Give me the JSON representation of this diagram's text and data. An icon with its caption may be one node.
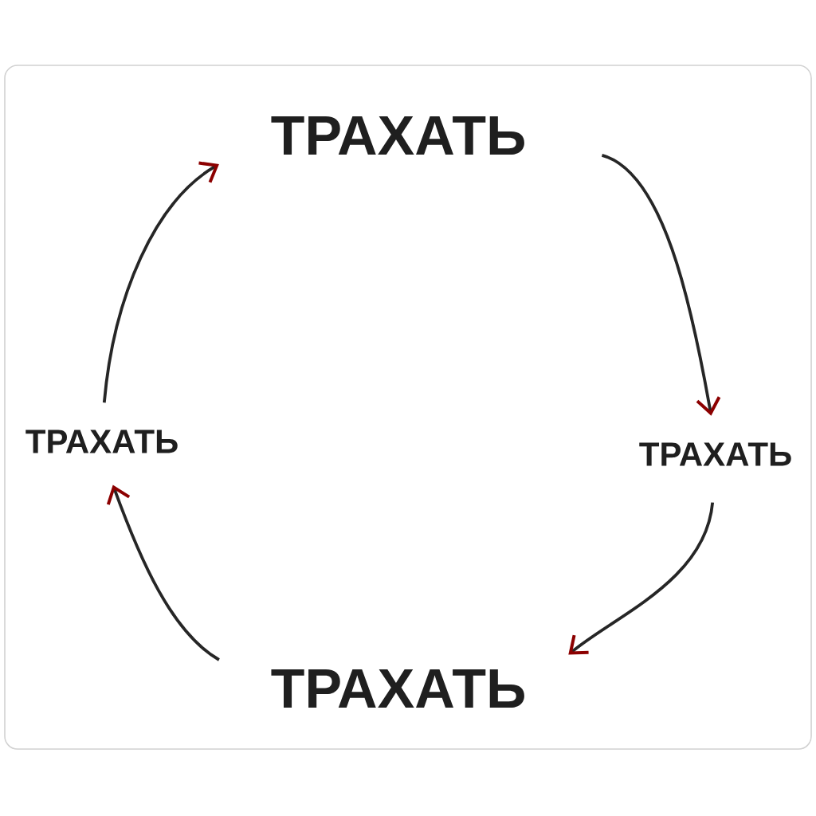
{
  "diagram": {
    "nodes": [
      {
        "text": [
          "ТРАХАТЬ"
        ]
      },
      {
        "text": [
          "ТРАХАТЬ"
        ]
      },
      {
        "text": [
          "ТРАХАТЬ"
        ]
      },
      {
        "text": [
          "ТРАХАТЬ"
        ]
      }
    ],
    "edges": [
      {
        "from": 0,
        "to": 1,
        "arrow": "to"
      },
      {
        "from": 1,
        "to": 2,
        "arrow": "to"
      },
      {
        "from": 2,
        "to": 3,
        "arrow": "to"
      },
      {
        "from": 3,
        "to": 0,
        "arrow": "to"
      }
    ]
  }
}
